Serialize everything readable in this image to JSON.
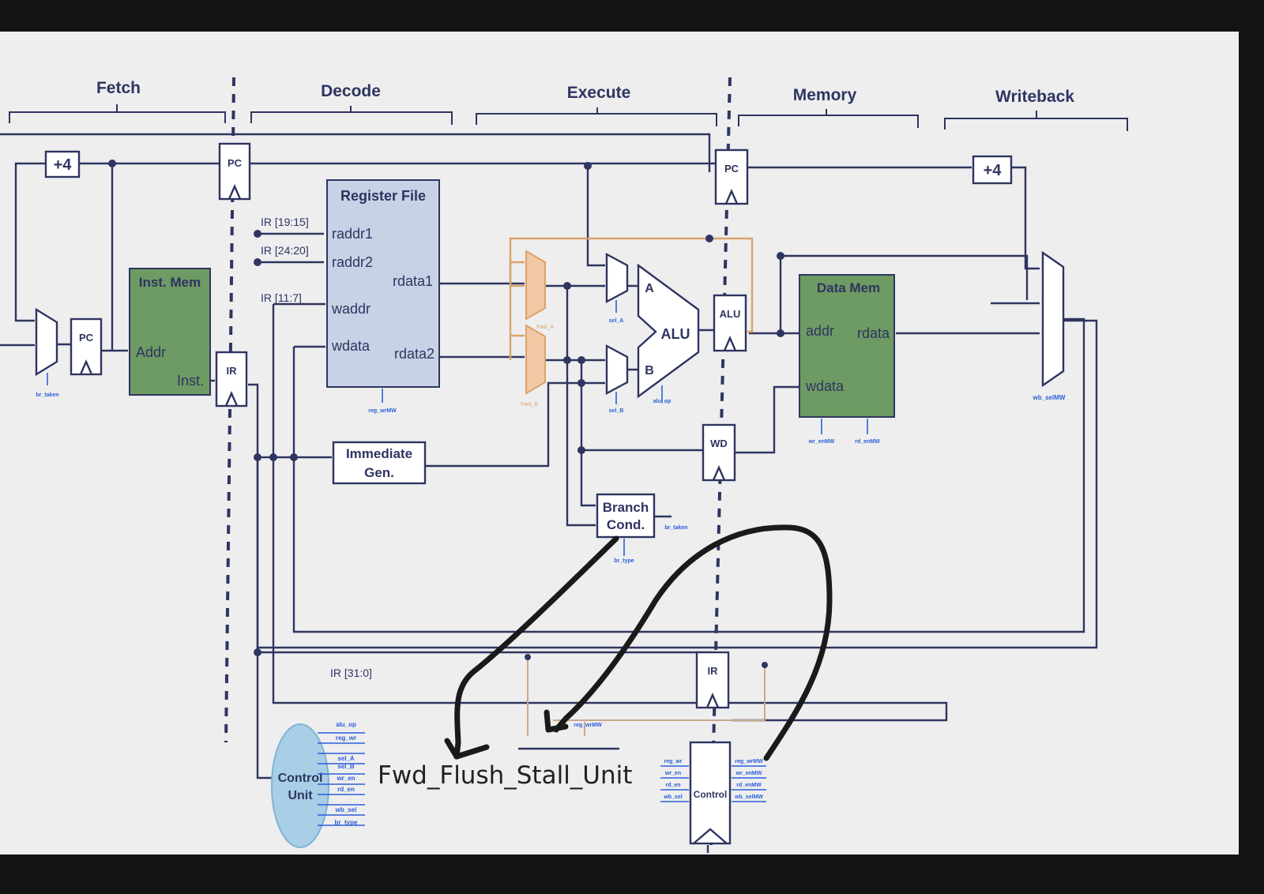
{
  "stages": [
    "Fetch",
    "Decode",
    "Execute",
    "Memory",
    "Writeback"
  ],
  "blocks": {
    "plus4": "+4",
    "pc": "PC",
    "ir": "IR",
    "alu_reg": "ALU",
    "wd": "WD",
    "inst_mem": "Inst. Mem",
    "addr": "Addr",
    "inst": "Inst.",
    "register_file": "Register File",
    "raddr1": "raddr1",
    "raddr2": "raddr2",
    "waddr": "waddr",
    "wdata": "wdata",
    "rdata1": "rdata1",
    "rdata2": "rdata2",
    "imm_line1": "Immediate",
    "imm_line2": "Gen.",
    "alu": "ALU",
    "alu_a": "A",
    "alu_b": "B",
    "data_mem": "Data Mem",
    "dm_addr": "addr",
    "dm_rdata": "rdata",
    "dm_wdata": "wdata",
    "branch_line1": "Branch",
    "branch_line2": "Cond.",
    "control_line1": "Control",
    "control_line2": "Unit",
    "control_reg": "Control"
  },
  "labels": {
    "ir_19_15": "IR [19:15]",
    "ir_24_20": "IR [24:20]",
    "ir_11_7": "IR [11:7]",
    "ir_31_0": "IR [31:0]"
  },
  "signals": {
    "br_taken": "br_taken",
    "reg_wrMW": "reg_wrMW",
    "sel_A": "sel_A",
    "sel_B": "sel_B",
    "alu_op": "alu_op",
    "fwd_A": "Fwd_A",
    "fwd_B": "Fwd_B",
    "br_type": "br_type",
    "wr_enMW": "wr_enMW",
    "rd_enMW": "rd_enMW",
    "wb_selMW": "wb_selMW",
    "control_outputs": [
      "alu_op",
      "reg_wr",
      "sel_A",
      "sel_B",
      "wr_en",
      "rd_en",
      "wb_sel",
      "br_type"
    ],
    "ctrl_in": [
      "reg_wr",
      "wr_en",
      "rd_en",
      "wb_sel"
    ],
    "ctrl_out": [
      "reg_wrMW",
      "wr_enMW",
      "rd_enMW",
      "wb_selMW"
    ]
  },
  "annotation": "Fwd_Flush_Stall_Unit",
  "colors": {
    "wire": "#2e3560",
    "forward_path": "#d9a36c",
    "inst_mem": "#6e9a63",
    "register_file": "#c9d1e6",
    "control_unit": "#a8cfe6",
    "signal": "#2b5fd9",
    "ink": "#1a1a1a"
  }
}
